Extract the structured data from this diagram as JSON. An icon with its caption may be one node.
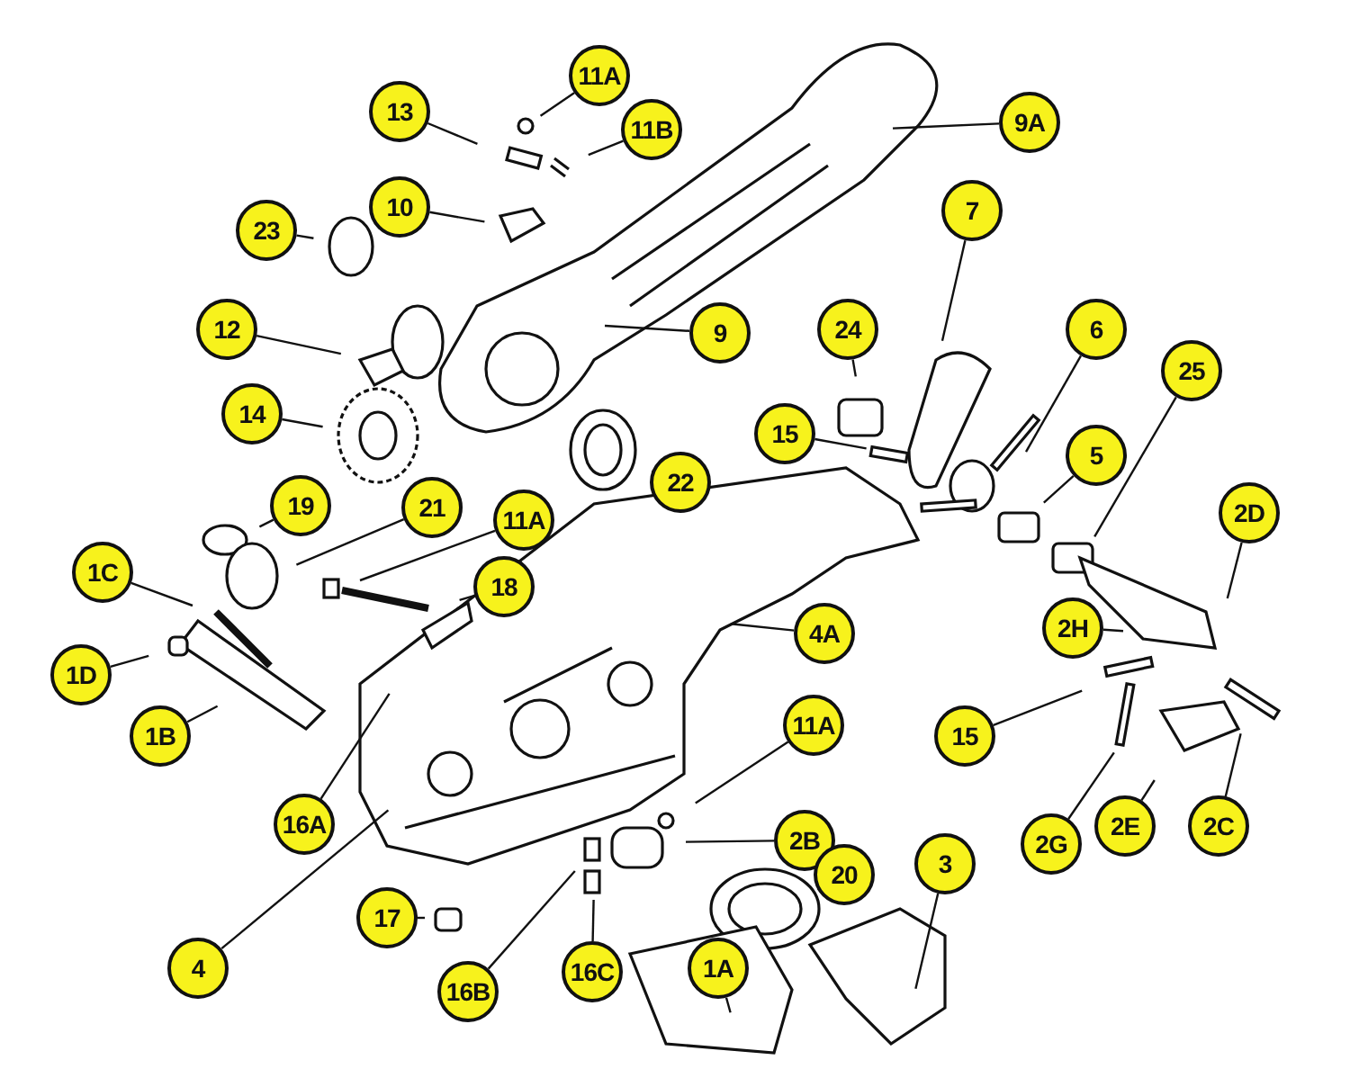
{
  "diagram": {
    "nodes": [
      {
        "text": [
          "11A"
        ]
      },
      {
        "text": [
          "13"
        ]
      },
      {
        "text": [
          "11B"
        ]
      },
      {
        "text": [
          "9A"
        ]
      },
      {
        "text": [
          "10"
        ]
      },
      {
        "text": [
          "23"
        ]
      },
      {
        "text": [
          "7"
        ]
      },
      {
        "text": [
          "12"
        ]
      },
      {
        "text": [
          "9"
        ]
      },
      {
        "text": [
          "24"
        ]
      },
      {
        "text": [
          "6"
        ]
      },
      {
        "text": [
          "15"
        ]
      },
      {
        "text": [
          "5"
        ]
      },
      {
        "text": [
          "25"
        ]
      },
      {
        "text": [
          "14"
        ]
      },
      {
        "text": [
          "22"
        ]
      },
      {
        "text": [
          "19"
        ]
      },
      {
        "text": [
          "21"
        ]
      },
      {
        "text": [
          "11A"
        ]
      },
      {
        "text": [
          "2D"
        ]
      },
      {
        "text": [
          "1C"
        ]
      },
      {
        "text": [
          "18"
        ]
      },
      {
        "text": [
          "4A"
        ]
      },
      {
        "text": [
          "2H"
        ]
      },
      {
        "text": [
          "1D"
        ]
      },
      {
        "text": [
          "1B"
        ]
      },
      {
        "text": [
          "16A"
        ]
      },
      {
        "text": [
          "15"
        ]
      },
      {
        "text": [
          "11A"
        ]
      },
      {
        "text": [
          "2B"
        ]
      },
      {
        "text": [
          "20"
        ]
      },
      {
        "text": [
          "3"
        ]
      },
      {
        "text": [
          "2G"
        ]
      },
      {
        "text": [
          "2E"
        ]
      },
      {
        "text": [
          "2C"
        ]
      },
      {
        "text": [
          "17"
        ]
      },
      {
        "text": [
          "4"
        ]
      },
      {
        "text": [
          "16B"
        ]
      },
      {
        "text": [
          "16C"
        ]
      },
      {
        "text": [
          "1A"
        ]
      }
    ],
    "edges": [
      {
        "from": 0,
        "to": null,
        "arrow": "none"
      },
      {
        "from": 1,
        "to": null,
        "arrow": "none"
      },
      {
        "from": 2,
        "to": null,
        "arrow": "none"
      },
      {
        "from": 3,
        "to": null,
        "arrow": "none"
      },
      {
        "from": 4,
        "to": null,
        "arrow": "none"
      },
      {
        "from": 5,
        "to": null,
        "arrow": "none"
      },
      {
        "from": 6,
        "to": null,
        "arrow": "none"
      },
      {
        "from": 7,
        "to": null,
        "arrow": "none"
      },
      {
        "from": 8,
        "to": null,
        "arrow": "none"
      },
      {
        "from": 9,
        "to": null,
        "arrow": "none"
      },
      {
        "from": 10,
        "to": null,
        "arrow": "none"
      },
      {
        "from": 11,
        "to": null,
        "arrow": "none"
      },
      {
        "from": 12,
        "to": null,
        "arrow": "none"
      },
      {
        "from": 13,
        "to": null,
        "arrow": "none"
      },
      {
        "from": 14,
        "to": null,
        "arrow": "none"
      },
      {
        "from": 15,
        "to": null,
        "arrow": "none"
      },
      {
        "from": 16,
        "to": null,
        "arrow": "none"
      },
      {
        "from": 17,
        "to": null,
        "arrow": "none"
      },
      {
        "from": 18,
        "to": null,
        "arrow": "none"
      },
      {
        "from": 19,
        "to": null,
        "arrow": "none"
      },
      {
        "from": 20,
        "to": null,
        "arrow": "none"
      },
      {
        "from": 21,
        "to": null,
        "arrow": "none"
      },
      {
        "from": 22,
        "to": null,
        "arrow": "none"
      },
      {
        "from": 23,
        "to": null,
        "arrow": "none"
      },
      {
        "from": 24,
        "to": null,
        "arrow": "none"
      },
      {
        "from": 25,
        "to": null,
        "arrow": "none"
      },
      {
        "from": 26,
        "to": null,
        "arrow": "none"
      },
      {
        "from": 27,
        "to": null,
        "arrow": "none"
      },
      {
        "from": 28,
        "to": null,
        "arrow": "none"
      },
      {
        "from": 29,
        "to": null,
        "arrow": "none"
      },
      {
        "from": 30,
        "to": null,
        "arrow": "none"
      },
      {
        "from": 31,
        "to": null,
        "arrow": "none"
      },
      {
        "from": 32,
        "to": null,
        "arrow": "none"
      },
      {
        "from": 33,
        "to": null,
        "arrow": "none"
      },
      {
        "from": 34,
        "to": null,
        "arrow": "none"
      },
      {
        "from": 35,
        "to": null,
        "arrow": "none"
      },
      {
        "from": 36,
        "to": null,
        "arrow": "none"
      },
      {
        "from": 37,
        "to": null,
        "arrow": "none"
      },
      {
        "from": 38,
        "to": null,
        "arrow": "none"
      },
      {
        "from": 39,
        "to": null,
        "arrow": "none"
      }
    ]
  }
}
